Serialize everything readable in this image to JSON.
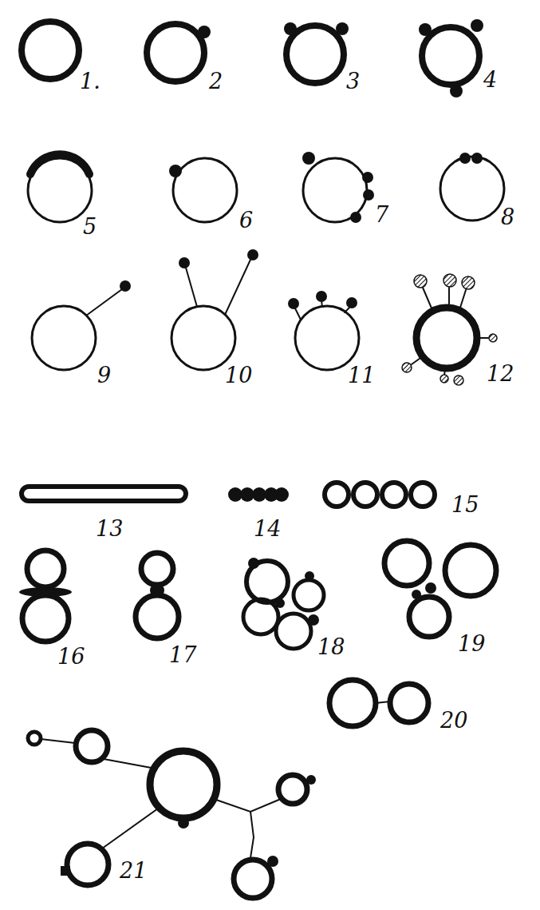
{
  "diagram": {
    "labels": [
      "1.",
      "2",
      "3",
      "4",
      "5",
      "6",
      "7",
      "8",
      "9",
      "10",
      "11",
      "12",
      "13",
      "14",
      "15",
      "16",
      "17",
      "18",
      "19",
      "20",
      "21"
    ]
  }
}
